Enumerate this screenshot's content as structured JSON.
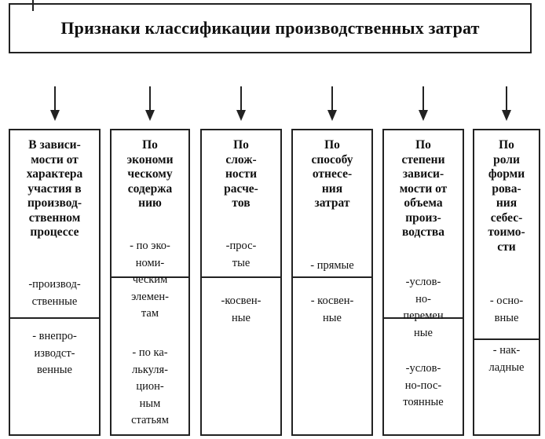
{
  "title": "Признаки классификации производственных затрат",
  "columns": [
    {
      "heading": [
        "В зависи-",
        "мости от",
        "характера",
        "участия в",
        "производ-",
        "ственном",
        "процессе"
      ],
      "items": [
        [
          "-производ-",
          "ственные"
        ],
        [
          "-  внепро-",
          "изводст-",
          "венные"
        ]
      ]
    },
    {
      "heading": [
        "По",
        "экономи",
        "ческому",
        "содержа",
        "нию"
      ],
      "items": [
        [
          "- по эко-",
          "номи-",
          "ческим",
          "элемен-",
          "там"
        ],
        [
          "- по ка-",
          "лькуля-",
          "цион-",
          "ным",
          "статьям"
        ]
      ]
    },
    {
      "heading": [
        "По",
        "слож-",
        "ности",
        "расче-",
        "тов"
      ],
      "items": [
        [
          "-прос-",
          "тые"
        ],
        [
          "-косвен-",
          "ные"
        ]
      ]
    },
    {
      "heading": [
        "По",
        "способу",
        "отнесе-",
        "ния",
        "затрат"
      ],
      "items": [
        [
          "- прямые"
        ],
        [
          "- косвен-",
          "ные"
        ]
      ]
    },
    {
      "heading": [
        "По",
        "степени",
        "зависи-",
        "мости от",
        "объема",
        "произ-",
        "водства"
      ],
      "items": [
        [
          "-услов-",
          "но-",
          "перемен",
          "ные"
        ],
        [
          "-услов-",
          "но-пос-",
          "тоянные"
        ]
      ]
    },
    {
      "heading": [
        "По",
        "роли",
        "форми",
        "рова-",
        "ния",
        "себес-",
        "тоимо-",
        "сти"
      ],
      "items": [
        [
          "- осно-",
          "вные"
        ],
        [
          "- нак-",
          "ладные"
        ]
      ]
    }
  ]
}
